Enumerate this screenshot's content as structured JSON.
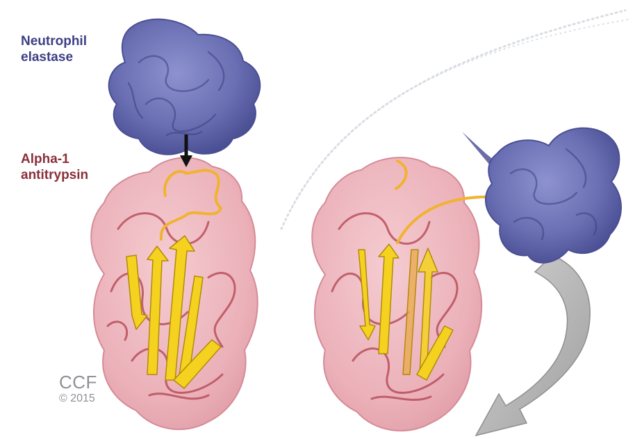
{
  "labels": {
    "enzyme_line1": "Neutrophil",
    "enzyme_line2": "elastase",
    "inhibitor_line1": "Alpha-1",
    "inhibitor_line2": "antitrypsin"
  },
  "credit": {
    "line1": "CCF",
    "line2": "© 2015"
  },
  "colors": {
    "enzyme_fill": "#6a6fb3",
    "enzyme_label": "#3d3f86",
    "inhibitor_fill": "#e8a3ad",
    "inhibitor_label": "#8a2f3a",
    "beta_strand": "#f5d21f",
    "arrow_gray": "#b3b3b3",
    "credit_gray": "#8e9095"
  }
}
